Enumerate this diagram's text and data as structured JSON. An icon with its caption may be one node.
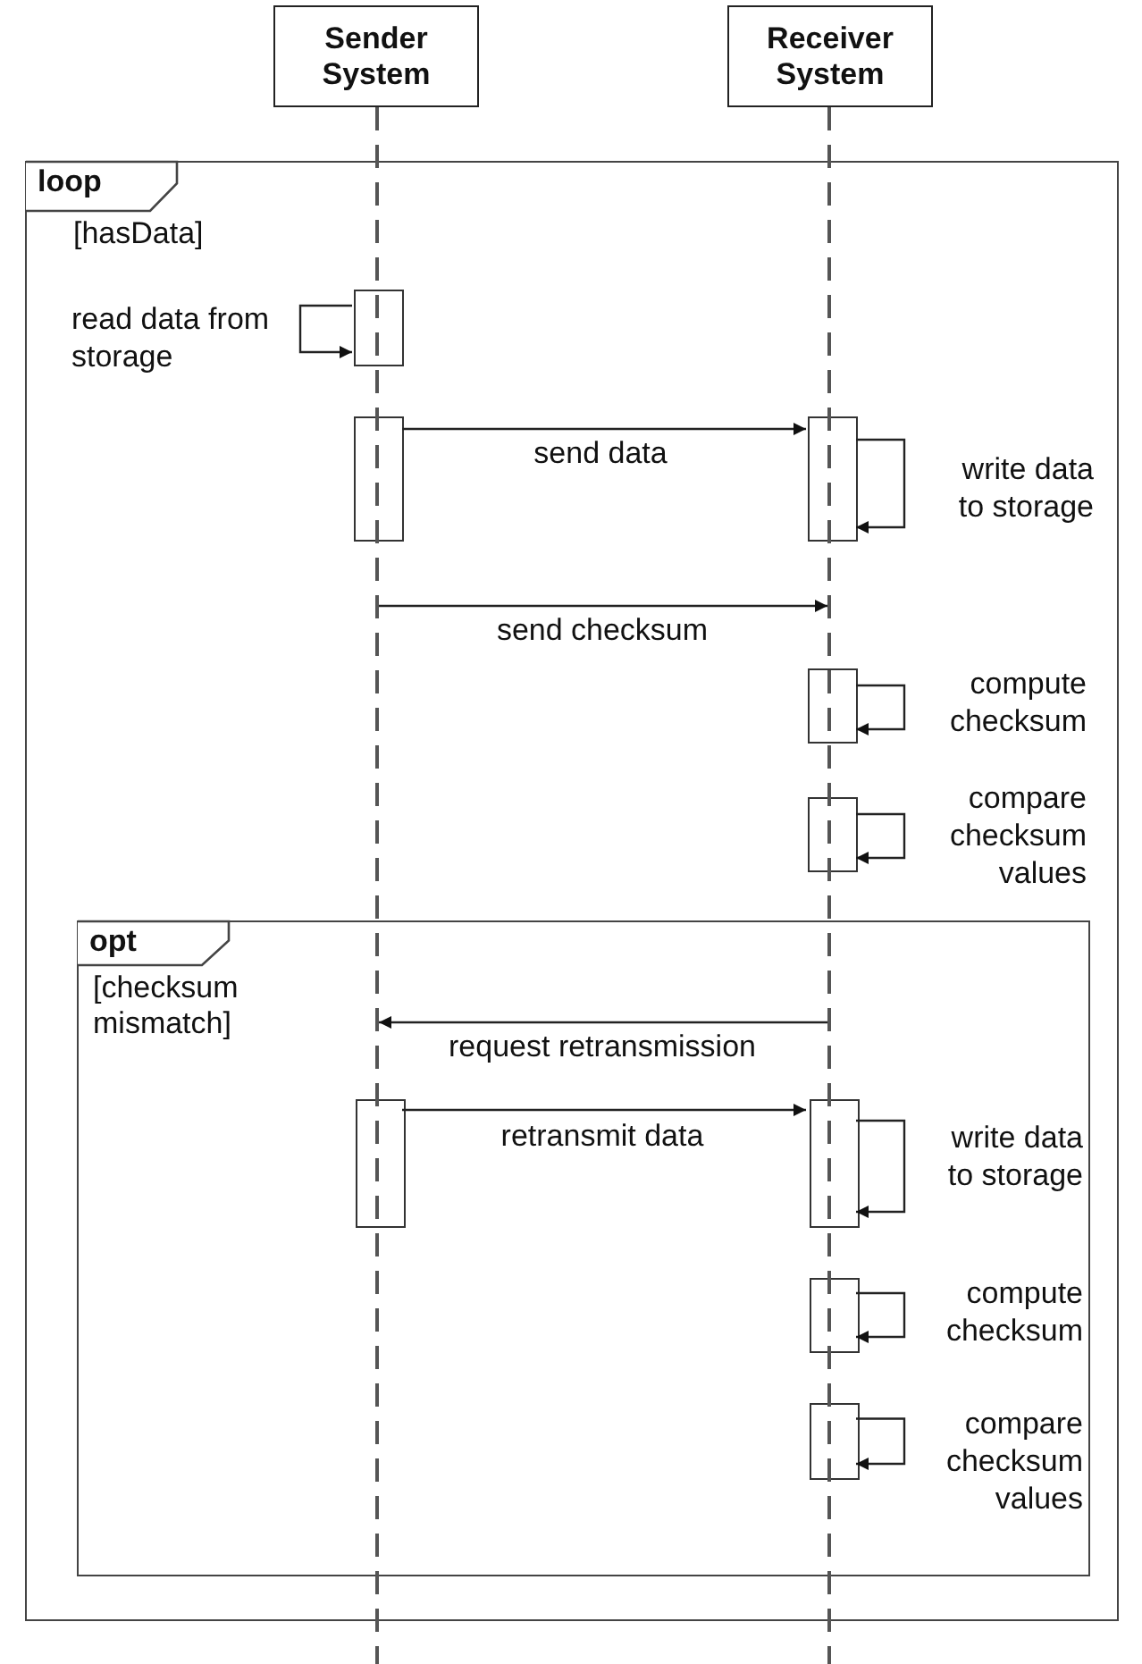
{
  "diagram": {
    "nodes": [
      {
        "text": [
          "loop",
          "[hasData]"
        ]
      },
      {
        "text": [
          "Sender System"
        ]
      },
      {
        "text": [
          "Receiver System"
        ]
      },
      {
        "text": [],
        "shape": "box",
        "in": 0
      },
      {
        "text": [],
        "shape": "box",
        "in": 0
      },
      {
        "text": [],
        "shape": "box",
        "in": 0
      },
      {
        "text": [],
        "shape": "box",
        "in": 0
      },
      {
        "text": [],
        "shape": "box",
        "in": 0
      },
      {
        "text": [
          "opt",
          "[checksum mismatch]"
        ],
        "in": 0
      },
      {
        "text": [],
        "shape": "box",
        "in": 8
      },
      {
        "text": [],
        "shape": "box",
        "in": 8
      },
      {
        "text": [],
        "shape": "box",
        "in": 8
      },
      {
        "text": [],
        "shape": "box",
        "in": 8
      },
      {
        "text": [],
        "shape": "line"
      },
      {
        "text": [],
        "shape": "line"
      }
    ],
    "edges": [
      {
        "from": 3,
        "to": 3,
        "arrow": "to",
        "label": "read data from storage"
      },
      {
        "from": 4,
        "to": 5,
        "arrow": "to",
        "label": "send data"
      },
      {
        "from": 5,
        "to": 5,
        "arrow": "to",
        "label": "write data to storage"
      },
      {
        "from": 13,
        "to": 14,
        "arrow": "to",
        "label": "send checksum"
      },
      {
        "from": 6,
        "to": 6,
        "arrow": "to",
        "label": "compute checksum"
      },
      {
        "from": 7,
        "to": 7,
        "arrow": "to",
        "label": "compare checksum values"
      },
      {
        "from": 14,
        "to": 13,
        "arrow": "to",
        "label": "request retransmission"
      },
      {
        "from": 9,
        "to": 10,
        "arrow": "to",
        "label": "retransmit data"
      },
      {
        "from": 10,
        "to": 10,
        "arrow": "to",
        "label": "write data to storage"
      },
      {
        "from": 11,
        "to": 11,
        "arrow": "to",
        "label": "compute checksum"
      },
      {
        "from": 12,
        "to": 12,
        "arrow": "to",
        "label": "compare checksum values"
      }
    ]
  }
}
